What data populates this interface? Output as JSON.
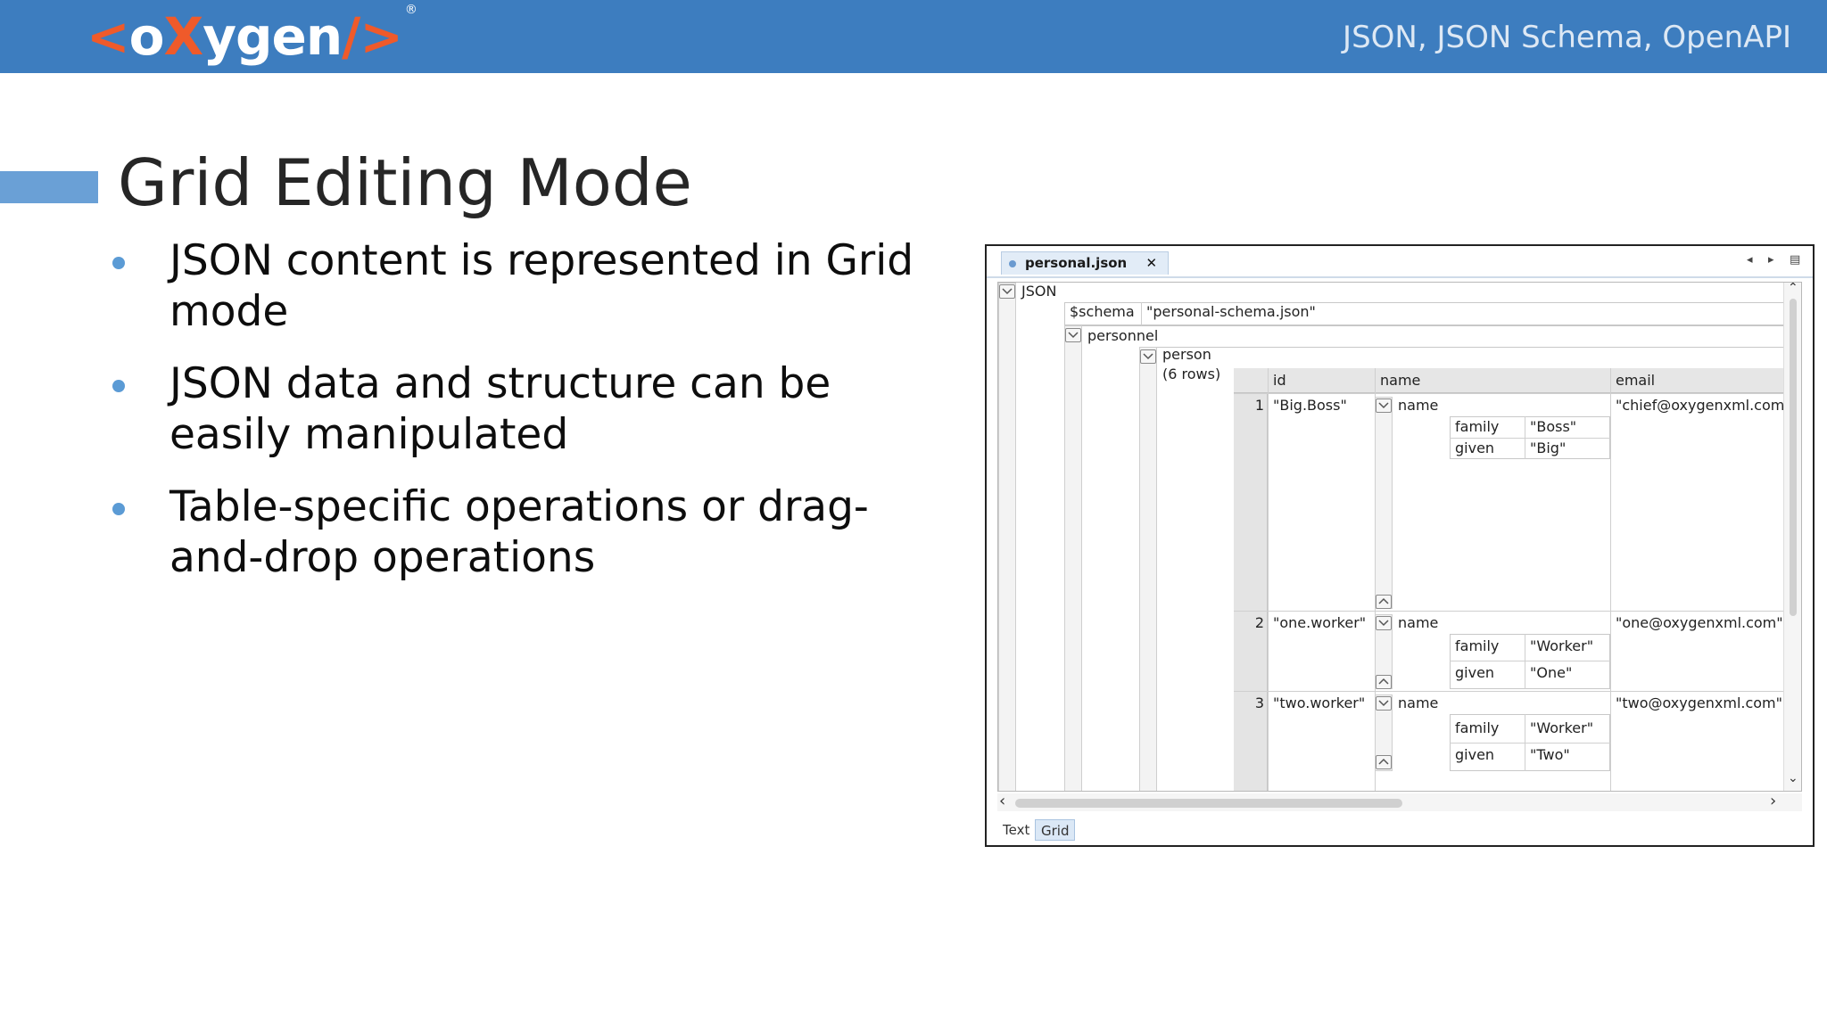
{
  "header": {
    "logo": {
      "open": "<",
      "o": "o",
      "x": "X",
      "rest": "ygen",
      "close": "/>",
      "registered": "®"
    },
    "title": "JSON, JSON Schema, OpenAPI"
  },
  "slide": {
    "title": "Grid Editing Mode",
    "bullets": [
      "JSON content is represented in Grid mode",
      "JSON data and structure can be easily manipulated",
      "Table-specific operations or drag-and-drop operations"
    ]
  },
  "editor": {
    "tab": {
      "label": "personal.json",
      "close": "✕"
    },
    "controls": {
      "left": "◂",
      "right": "▸",
      "menu": "▤"
    },
    "root": {
      "label": "JSON"
    },
    "schema": {
      "key": "$schema",
      "value": "\"personal-schema.json\""
    },
    "personnel": {
      "label": "personnel"
    },
    "person": {
      "label": "person",
      "rows": "(6 rows)"
    },
    "columns": {
      "id": "id",
      "name": "name",
      "email": "email"
    },
    "rows": [
      {
        "num": "1",
        "id": "\"Big.Boss\"",
        "name_label": "name",
        "family_key": "family",
        "family_val": "\"Boss\"",
        "given_key": "given",
        "given_val": "\"Big\"",
        "email": "\"chief@oxygenxml.com\""
      },
      {
        "num": "2",
        "id": "\"one.worker\"",
        "name_label": "name",
        "family_key": "family",
        "family_val": "\"Worker\"",
        "given_key": "given",
        "given_val": "\"One\"",
        "email": "\"one@oxygenxml.com\""
      },
      {
        "num": "3",
        "id": "\"two.worker\"",
        "name_label": "name",
        "family_key": "family",
        "family_val": "\"Worker\"",
        "given_key": "given",
        "given_val": "\"Two\"",
        "email": "\"two@oxygenxml.com\""
      }
    ],
    "scroll": {
      "up": "⌃",
      "down": "⌄",
      "left": "‹",
      "right": "›"
    },
    "mode_tabs": {
      "text": "Text",
      "grid": "Grid"
    }
  }
}
